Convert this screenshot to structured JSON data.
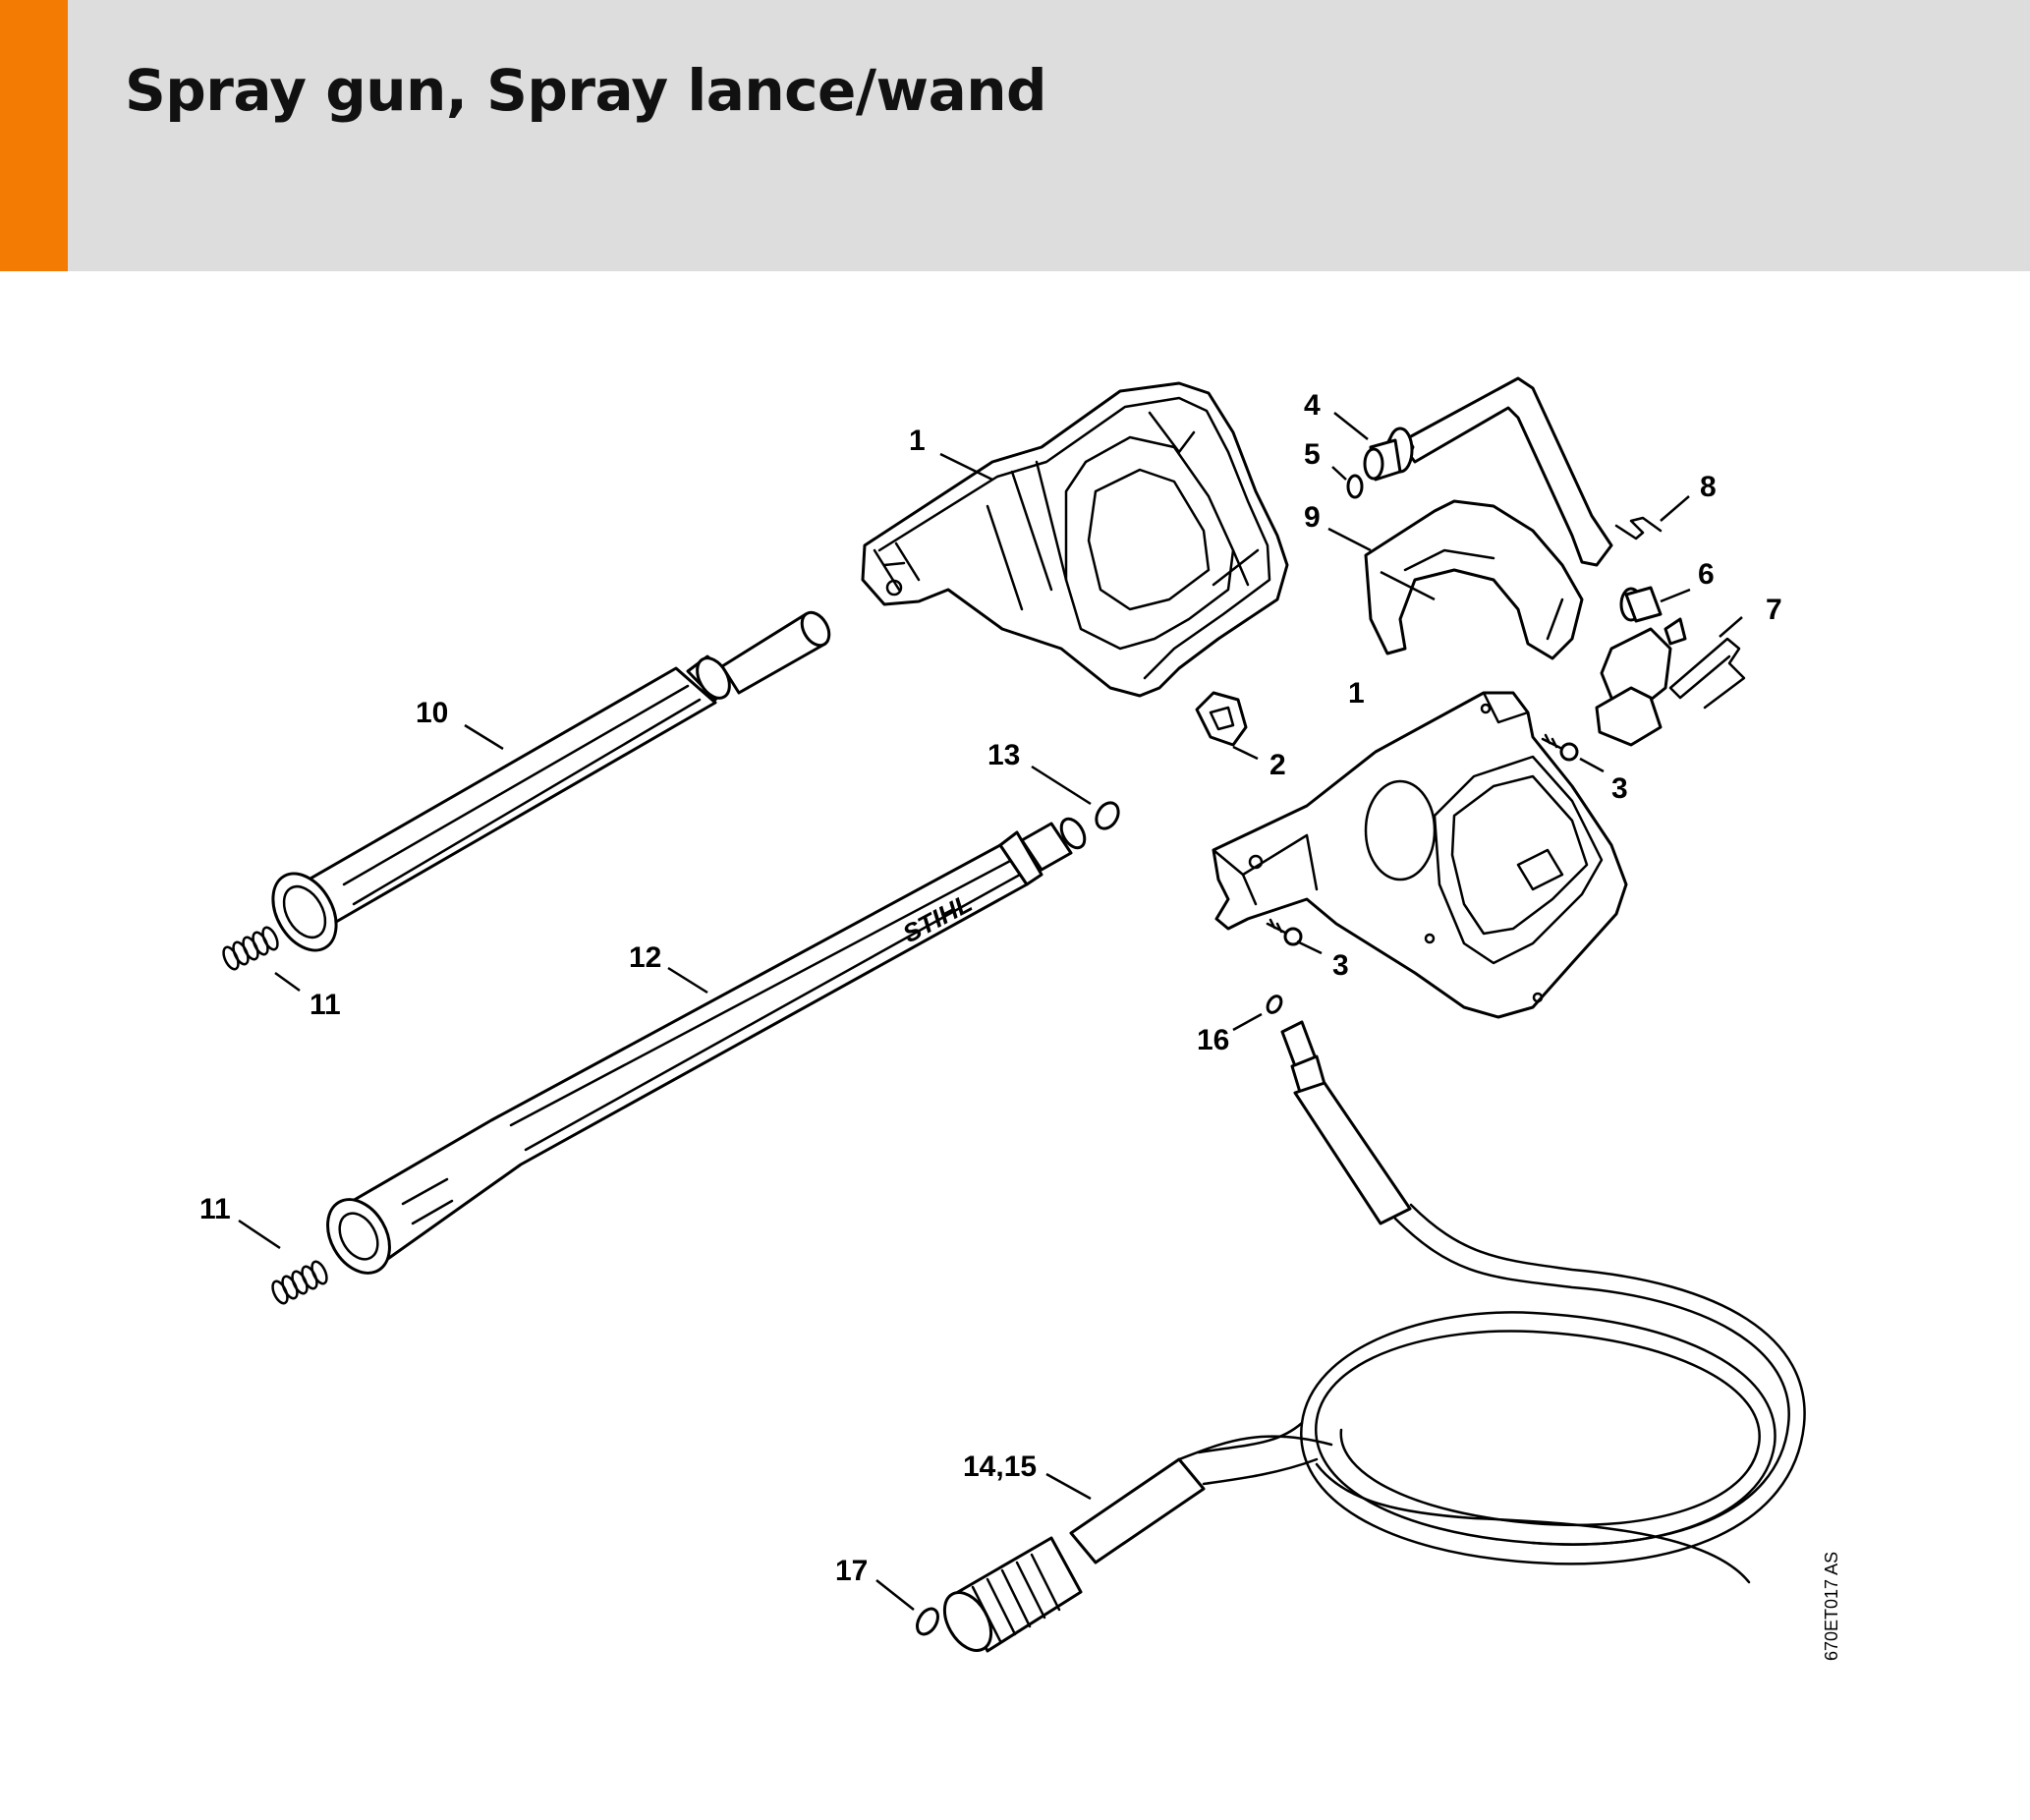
{
  "header": {
    "title": "Spray gun, Spray lance/wand",
    "accent_color": "#f37a03",
    "background_color": "#dcdddc"
  },
  "callouts": [
    {
      "id": "c1a",
      "text": "1"
    },
    {
      "id": "c1b",
      "text": "1"
    },
    {
      "id": "c2",
      "text": "2"
    },
    {
      "id": "c3a",
      "text": "3"
    },
    {
      "id": "c3b",
      "text": "3"
    },
    {
      "id": "c4",
      "text": "4"
    },
    {
      "id": "c5",
      "text": "5"
    },
    {
      "id": "c6",
      "text": "6"
    },
    {
      "id": "c7",
      "text": "7"
    },
    {
      "id": "c8",
      "text": "8"
    },
    {
      "id": "c9",
      "text": "9"
    },
    {
      "id": "c10",
      "text": "10"
    },
    {
      "id": "c11a",
      "text": "11"
    },
    {
      "id": "c11b",
      "text": "11"
    },
    {
      "id": "c12",
      "text": "12"
    },
    {
      "id": "c13",
      "text": "13"
    },
    {
      "id": "c14",
      "text": "14,15"
    },
    {
      "id": "c16",
      "text": "16"
    },
    {
      "id": "c17",
      "text": "17"
    }
  ],
  "lance_logo": "STIHL",
  "doc_code": "670ET017 AS"
}
